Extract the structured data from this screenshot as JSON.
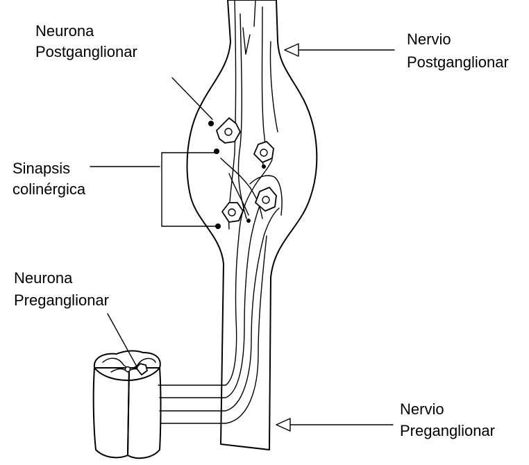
{
  "labels": {
    "postganglionic_neuron": [
      "Neurona",
      "Postganglionar"
    ],
    "postganglionic_nerve": [
      "Nervio",
      "Postganglionar"
    ],
    "cholinergic_synapse": [
      "Sinapsis",
      "colinérgica"
    ],
    "preganglionic_neuron": [
      "Neurona",
      "Preganglionar"
    ],
    "preganglionic_nerve": [
      "Nervio",
      "Preganglionar"
    ]
  }
}
